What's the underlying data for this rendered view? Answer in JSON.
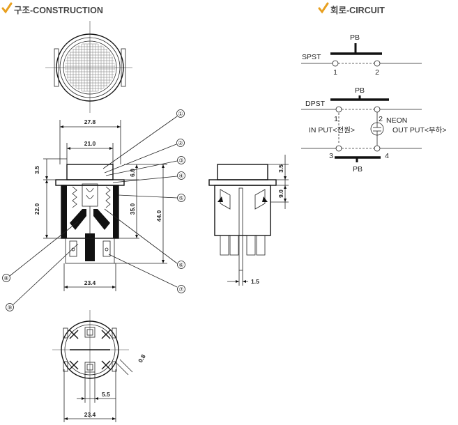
{
  "headers": {
    "construction": "구조-CONSTRUCTION",
    "circuit": "회로-CIRCUIT"
  },
  "icons": {
    "check_color": "#e8a020"
  },
  "dimensions": {
    "front_width": "27.8",
    "inner_width": "21.0",
    "height_top": "3.5",
    "height_body": "22.0",
    "depth_a": "6.0",
    "depth_b": "35.0",
    "depth_c": "44.0",
    "bottom_width": "23.4",
    "side_top": "3.5",
    "side_mid": "9.0",
    "side_pin": "1.5",
    "base_pin_thick": "0.8",
    "base_pin_gap": "5.5",
    "base_width": "23.4"
  },
  "callouts": [
    "①",
    "②",
    "③",
    "④",
    "⑤",
    "⑥",
    "⑦",
    "⑧",
    "⑨"
  ],
  "circuit": {
    "spst": {
      "label": "SPST",
      "pb": "PB",
      "t1": "1",
      "t2": "2"
    },
    "dpst": {
      "label": "DPST",
      "pb_top": "PB",
      "pb_bottom": "PB",
      "t1": "1",
      "t2": "2",
      "t3": "3",
      "t4": "4",
      "neon": "NEON",
      "input": "IN PUT<전원>",
      "output": "OUT PUT<부하>"
    }
  }
}
